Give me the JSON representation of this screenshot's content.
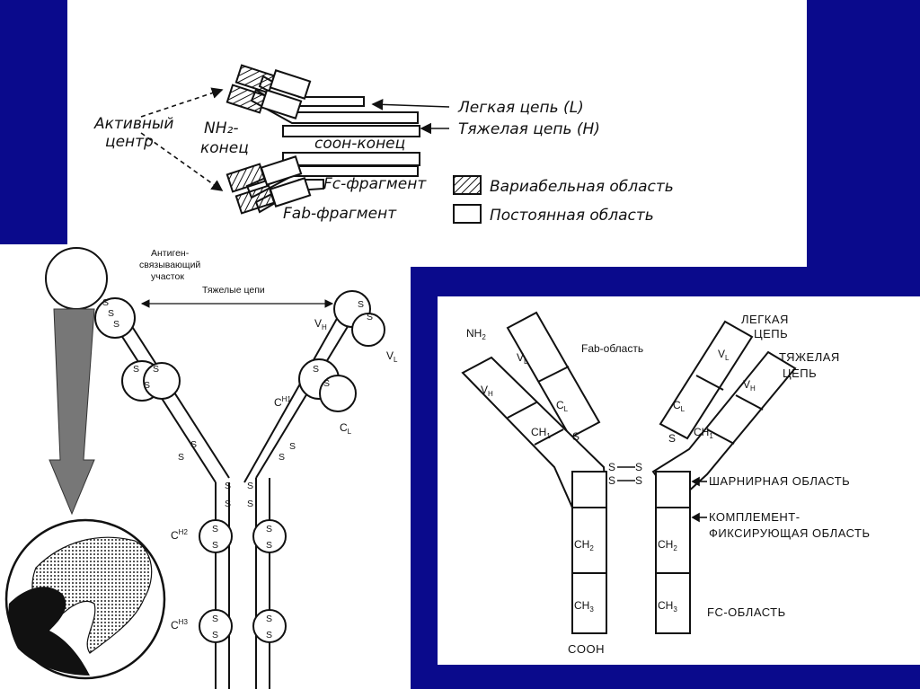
{
  "top": {
    "light_chain": "Легкая цепь (L)",
    "heavy_chain": "Тяжелая цепь (Н)",
    "active_center_1": "Активный",
    "active_center_2": "центр",
    "nh2_end_1": "NH₂-",
    "nh2_end_2": "конец",
    "cooh_end": "соон-конец",
    "fc_fragment": "Fc-фрагмент",
    "fab_fragment": "Fab-фрагмент",
    "variable_region": "Вариабельная область",
    "constant_region": "Постоянная область"
  },
  "left": {
    "antigen_site_1": "Антиген-",
    "antigen_site_2": "связывающий",
    "antigen_site_3": "участок",
    "heavy_chains": "Тяжелые цепи",
    "vh": "V",
    "vh_sub": "H",
    "vl": "V",
    "vl_sub": "L",
    "ch1": "C",
    "ch1_sup": "H1",
    "cl": "C",
    "cl_sub": "L",
    "ch2": "C",
    "ch2_sup": "H2",
    "ch3": "C",
    "ch3_sup": "H3",
    "s": "S"
  },
  "right": {
    "nh2": "NH",
    "nh2_sub": "2",
    "fab_region": "Fab-область",
    "light_chain_1": "ЛЕГКАЯ",
    "light_chain_2": "ЦЕПЬ",
    "heavy_chain_1": "ТЯЖЕЛАЯ",
    "heavy_chain_2": "ЦЕПЬ",
    "vl": "V",
    "vl_sub": "L",
    "vh": "V",
    "vh_sub": "H",
    "cl": "C",
    "cl_sub": "L",
    "ch1": "CH",
    "ch1_sub": "1",
    "ch2": "CH",
    "ch2_sub": "2",
    "ch3": "CH",
    "ch3_sub": "3",
    "hinge": "ШАРНИРНАЯ ОБЛАСТЬ",
    "complement_1": "КОМПЛЕМЕНТ-",
    "complement_2": "ФИКСИРУЮЩАЯ ОБЛАСТЬ",
    "fc_region": "FC-ОБЛАСТЬ",
    "cooh": "COOH",
    "s": "S"
  }
}
